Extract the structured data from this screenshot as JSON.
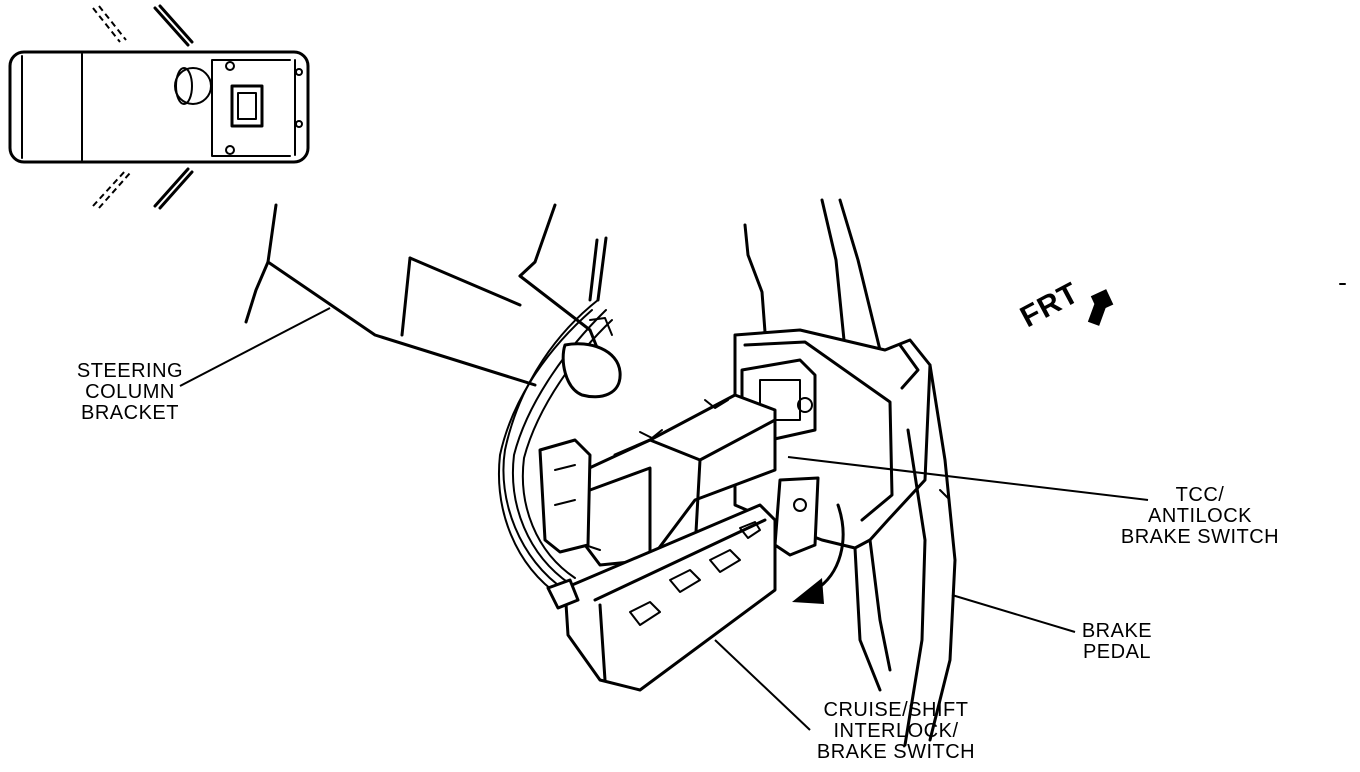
{
  "labels": {
    "steering_column_bracket": [
      "STEERING",
      "COLUMN",
      "BRACKET"
    ],
    "tcc_antilock_brake_switch": [
      "TCC/",
      "ANTILOCK",
      "BRAKE SWITCH"
    ],
    "brake_pedal": [
      "BRAKE",
      "PEDAL"
    ],
    "cruise_shift_interlock_brake_switch": [
      "CRUISE/SHIFT",
      "INTERLOCK/",
      "BRAKE SWITCH"
    ]
  },
  "direction_indicator": "FRT",
  "colors": {
    "ink": "#000000",
    "background": "#ffffff"
  }
}
